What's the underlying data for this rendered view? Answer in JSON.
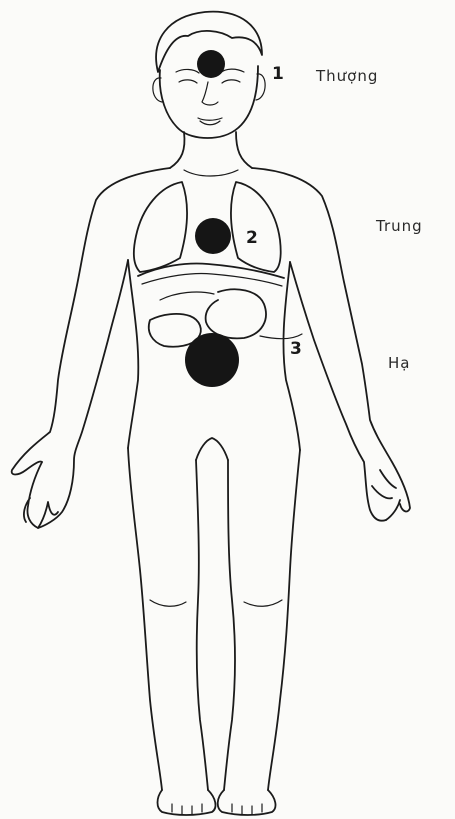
{
  "points": [
    {
      "number": "1",
      "label": "Thượng",
      "color": "#151515"
    },
    {
      "number": "2",
      "label": "Trung",
      "color": "#151515"
    },
    {
      "number": "3",
      "label": "Hạ",
      "color": "#151515"
    }
  ],
  "colors": {
    "ink": "#1b1b1b",
    "paper": "#fbfbf9"
  }
}
